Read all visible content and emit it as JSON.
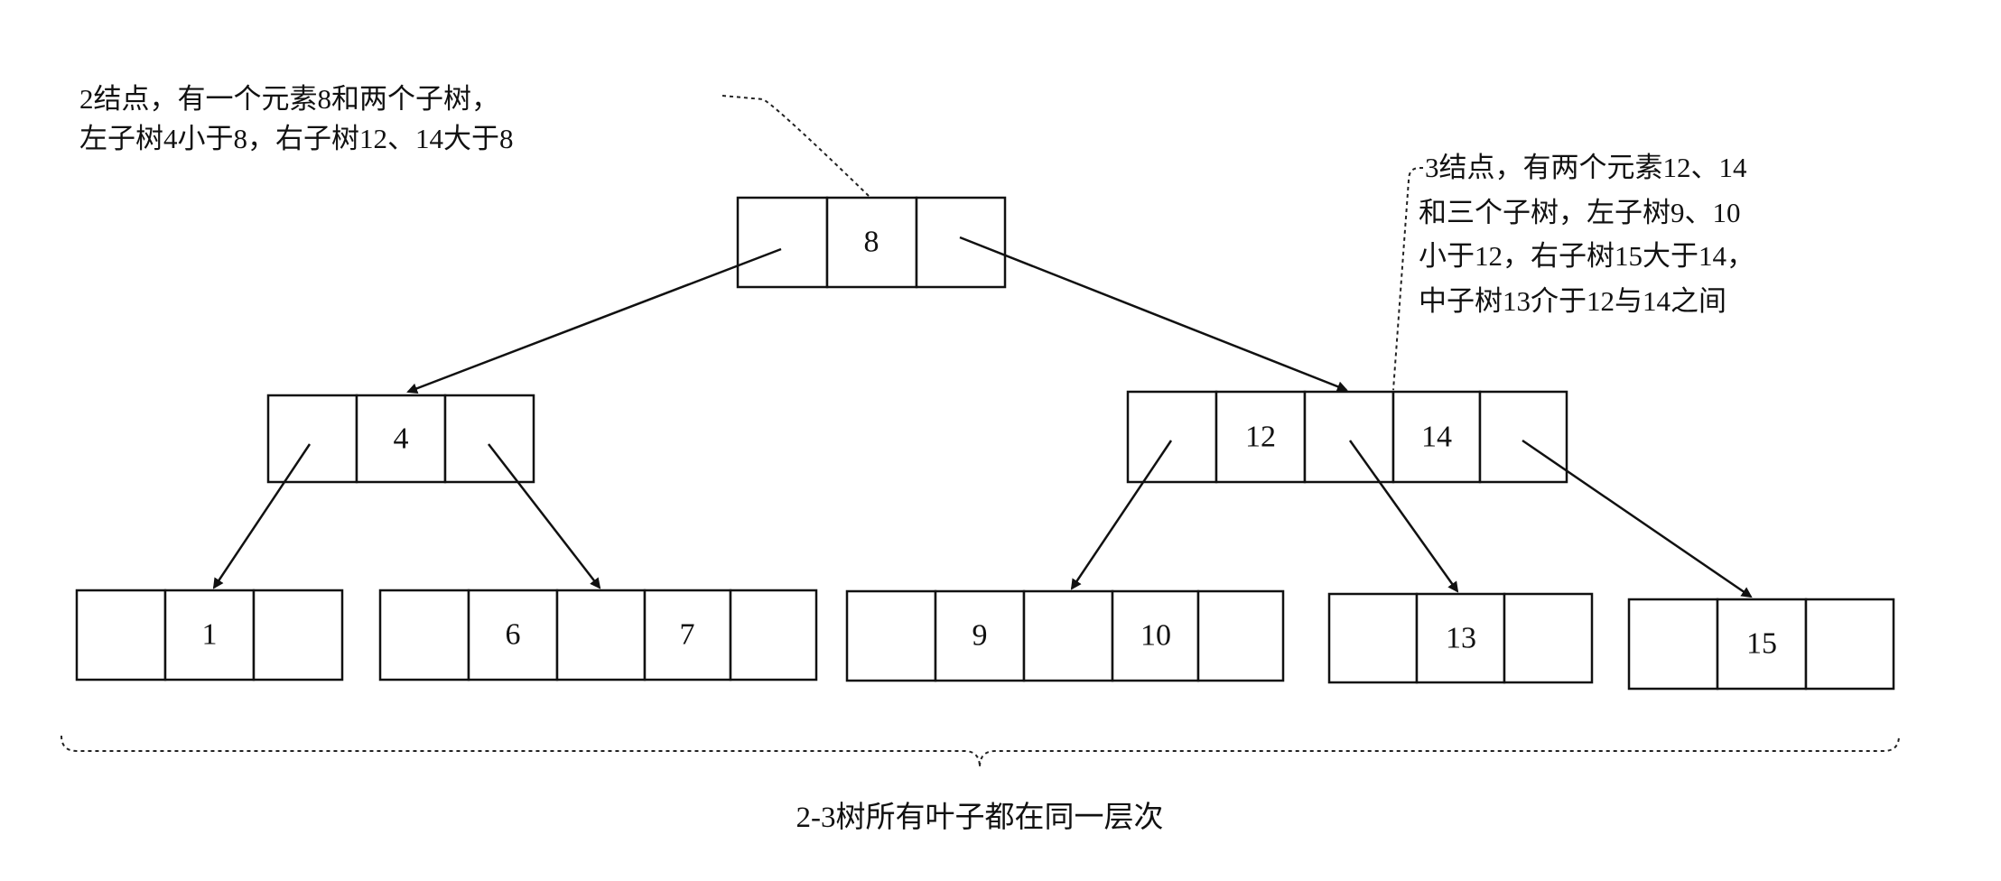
{
  "root": {
    "keys": [
      "8"
    ]
  },
  "internal": [
    {
      "keys": [
        "4"
      ]
    },
    {
      "keys": [
        "12",
        "14"
      ]
    }
  ],
  "leaves": [
    {
      "keys": [
        "1"
      ]
    },
    {
      "keys": [
        "6",
        "7"
      ]
    },
    {
      "keys": [
        "9",
        "10"
      ]
    },
    {
      "keys": [
        "13"
      ]
    },
    {
      "keys": [
        "15"
      ]
    }
  ],
  "annotations": {
    "two_node": [
      "2结点，有一个元素8和两个子树，",
      "左子树4小于8，右子树12、14大于8"
    ],
    "three_node": [
      "3结点，有两个元素12、14",
      "和三个子树，左子树9、10",
      "小于12，右子树15大于14，",
      "中子树13介于12与14之间"
    ]
  },
  "caption": "2-3树所有叶子都在同一层次"
}
